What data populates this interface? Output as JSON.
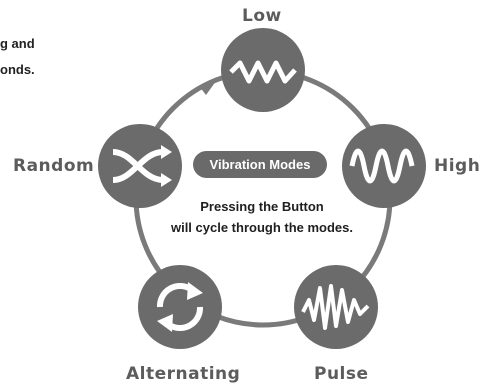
{
  "intro_fragment": {
    "line1": "g and",
    "line2": "onds."
  },
  "diagram": {
    "center_title": "Vibration Modes",
    "center_text_line1": "Pressing the Button",
    "center_text_line2": "will cycle through the modes.",
    "modes": [
      {
        "label": "Low",
        "icon": "low-wave-icon"
      },
      {
        "label": "High",
        "icon": "high-wave-icon"
      },
      {
        "label": "Pulse",
        "icon": "pulse-wave-icon"
      },
      {
        "label": "Alternating",
        "icon": "alternating-cycle-icon"
      },
      {
        "label": "Random",
        "icon": "random-shuffle-icon"
      }
    ]
  },
  "colors": {
    "icon_fill": "#6b6b6b",
    "ring": "#7a7a7a",
    "label": "#5c5c5c",
    "pill": "#6a6a6a"
  }
}
